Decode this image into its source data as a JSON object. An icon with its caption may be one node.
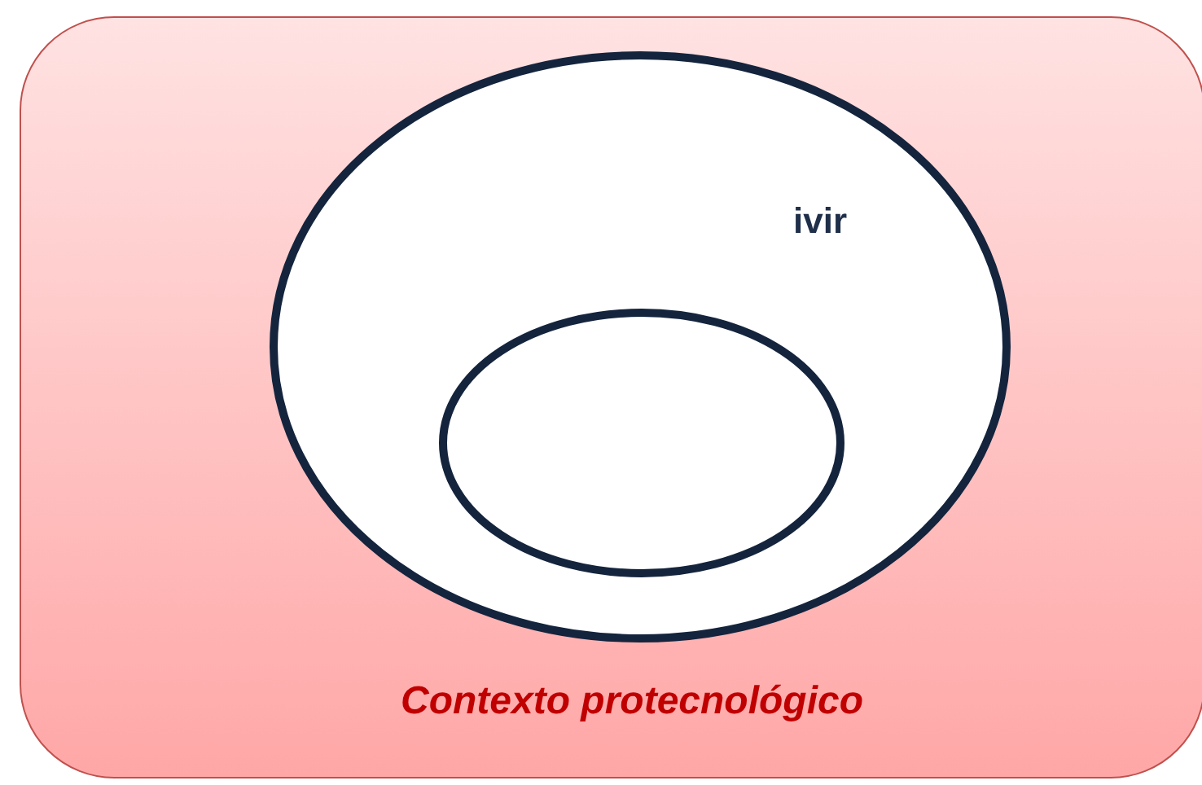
{
  "diagram": {
    "nodes": [
      {
        "text": [
          "Contexto protecnológico"
        ]
      },
      {
        "text": [
          "ivir"
        ],
        "in": 0
      },
      {
        "text": [],
        "shape": "ellipse",
        "in": 1
      }
    ]
  }
}
